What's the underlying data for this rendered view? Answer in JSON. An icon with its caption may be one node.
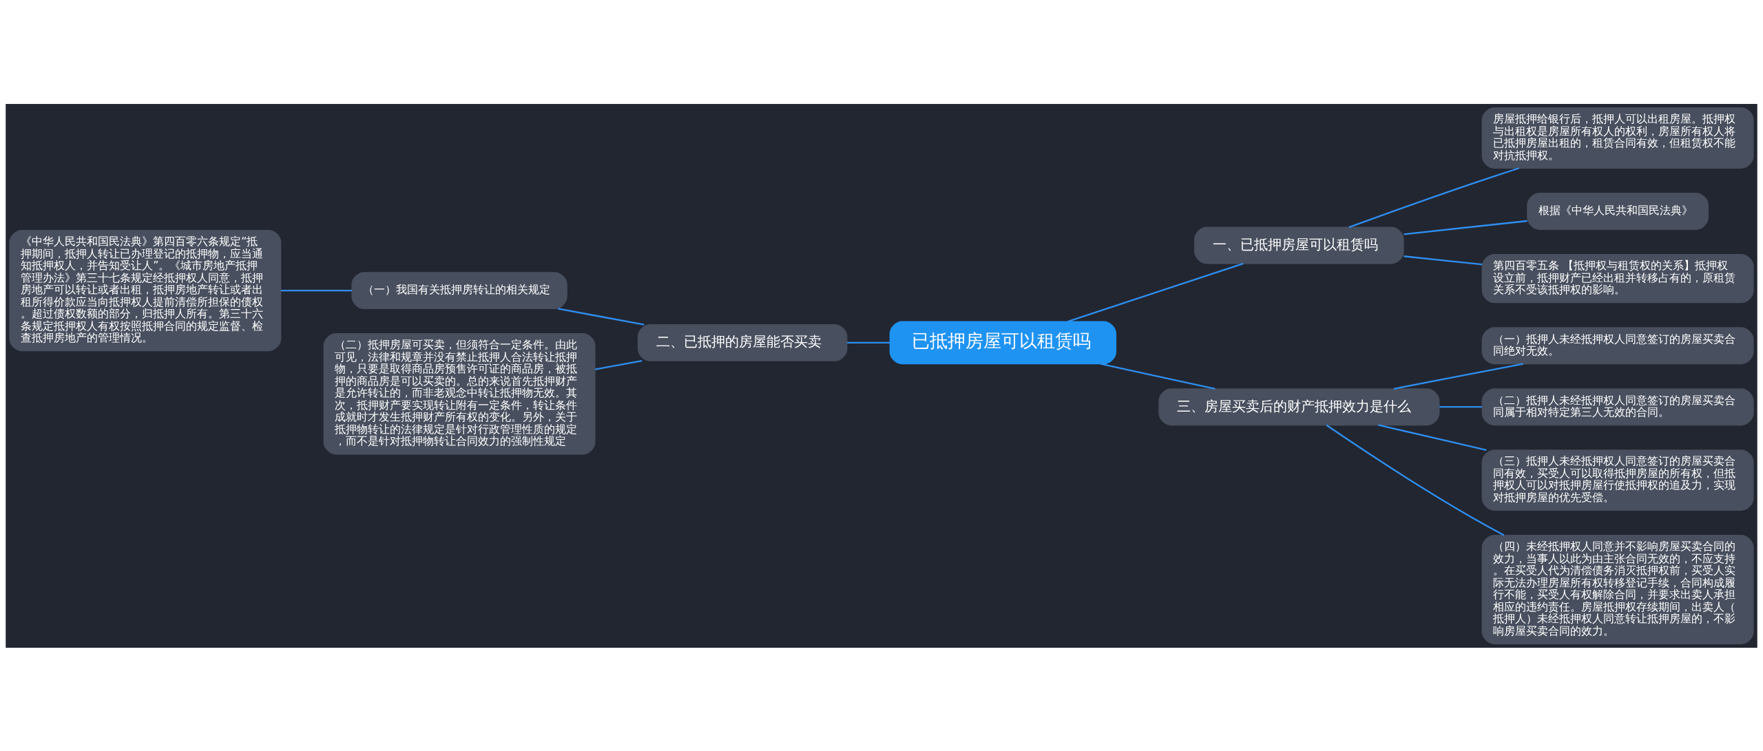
{
  "diagram": {
    "nodes": [
      {
        "text": [
          "已抵押房屋可以租赁吗"
        ]
      },
      {
        "text": [
          "一、已抵押房屋可以租赁吗"
        ]
      },
      {
        "text": [
          "房屋抵押给银行后，抵押人可以出租房屋。抵押权与出租权是房屋所有权人的权利，房屋所有权人将已抵押房屋出租的，租赁合同有效，但租赁权不能对抗抵押权。"
        ]
      },
      {
        "text": [
          "根据《中华人民共和国民法典》"
        ]
      },
      {
        "text": [
          "第四百零五条 【抵押权与租赁权的关系】抵押权设立前，抵押财产已经出租并转移占有的，原租赁关系不受该抵押权的影响。"
        ]
      },
      {
        "text": [
          "二、已抵押的房屋能否买卖"
        ]
      },
      {
        "text": [
          "（一）我国有关抵押房转让的相关规定"
        ]
      },
      {
        "text": [
          "《中华人民共和国民法典》第四百零六条规定“抵押期间，抵押人转让已办理登记的抵押物，应当通知抵押权人，并告知受让人”。《城市房地产抵押管理办法》第三十七条规定经抵押权人同意，抵押房地产可以转让或者出租，抵押房地产转让或者出租所得价款应当向抵押权人提前清偿所担保的债权。超过债权数额的部分，归抵押人所有。第三十六条规定抵押权人有权按照抵押合同的规定监督、检查抵押房地产的管理情况。"
        ]
      },
      {
        "text": [
          "（二）抵押房屋可买卖，但须符合一定条件。由此可见，法律和规章并没有禁止抵押人合法转让抵押物，只要是取得商品房预售许可证的商品房，被抵押的商品房是可以买卖的。总的来说首先抵押财产是允许转让的，而非老观念中转让抵押物无效。其次，抵押财产要实现转让附有一定条件，转让条件成就时才发生抵押财产所有权的变化。另外，关于抵押物转让的法律规定是针对行政管理性质的规定，而不是针对抵押物转让合同效力的强制性规定"
        ]
      },
      {
        "text": [
          "三、房屋买卖后的财产抵押效力是什么"
        ]
      },
      {
        "text": [
          "（一）抵押人未经抵押权人同意签订的房屋买卖合同绝对无效。"
        ]
      },
      {
        "text": [
          "（二）抵押人未经抵押权人同意签订的房屋买卖合同属于相对特定第三人无效的合同。"
        ]
      },
      {
        "text": [
          "（三）抵押人未经抵押权人同意签订的房屋买卖合同有效，买受人可以取得抵押房屋的所有权，但抵押权人可以对抵押房屋行使抵押权的追及力，实现对抵押房屋的优先受偿。"
        ]
      },
      {
        "text": [
          "（四）未经抵押权人同意并不影响房屋买卖合同的效力，当事人以此为由主张合同无效的，不应支持。在买受人代为清偿债务消灭抵押权前，买受人实际无法办理房屋所有权转移登记手续，合同构成履行不能，买受人有权解除合同，并要求出卖人承担相应的违约责任。房屋抵押权存续期间，出卖人（抵押人）未经抵押权人同意转让抵押房屋的，不影响房屋买卖合同的效力。"
        ]
      }
    ],
    "edges": [
      {
        "from": 0,
        "to": 1,
        "arrow": "none"
      },
      {
        "from": 1,
        "to": 2,
        "arrow": "none"
      },
      {
        "from": 1,
        "to": 3,
        "arrow": "none"
      },
      {
        "from": 1,
        "to": 4,
        "arrow": "none"
      },
      {
        "from": 0,
        "to": 5,
        "arrow": "none"
      },
      {
        "from": 5,
        "to": 6,
        "arrow": "none"
      },
      {
        "from": 6,
        "to": 7,
        "arrow": "none"
      },
      {
        "from": 5,
        "to": 8,
        "arrow": "none"
      },
      {
        "from": 0,
        "to": 9,
        "arrow": "none"
      },
      {
        "from": 9,
        "to": 10,
        "arrow": "none"
      },
      {
        "from": 9,
        "to": 11,
        "arrow": "none"
      },
      {
        "from": 9,
        "to": 12,
        "arrow": "none"
      },
      {
        "from": 9,
        "to": 13,
        "arrow": "none"
      }
    ]
  }
}
